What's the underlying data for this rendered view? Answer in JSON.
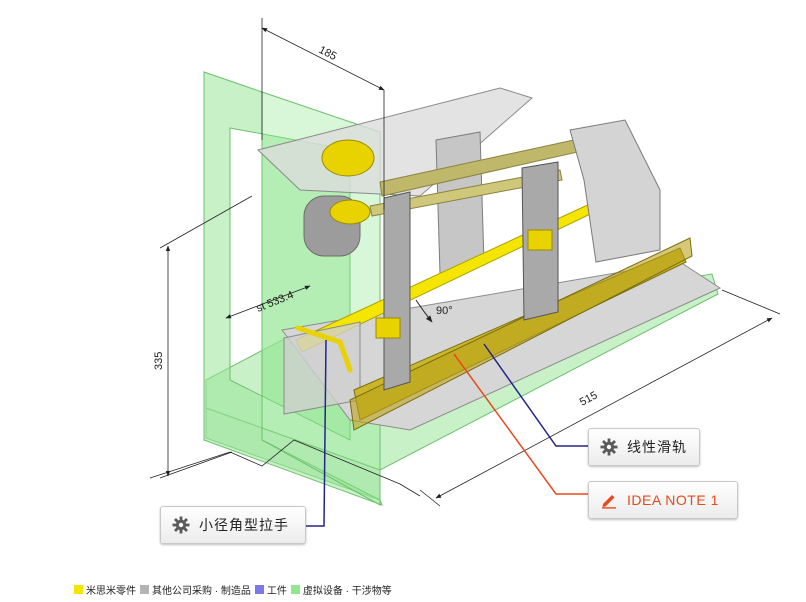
{
  "dimensions": {
    "top_width": "185",
    "stroke": "st 533.4",
    "height": "335",
    "length": "515",
    "angle": "90°"
  },
  "callouts": {
    "linear_guide": "线性滑轨",
    "idea_note": "IDEA NOTE 1",
    "handle": "小径角型拉手"
  },
  "legend": [
    {
      "label": "米思米零件",
      "color": "#f4e600"
    },
    {
      "label": "其他公司采购 · 制造品",
      "color": "#b4b4b4"
    },
    {
      "label": "工件",
      "color": "#7b78e8"
    },
    {
      "label": "虚拟设备 ·  干涉物等",
      "color": "#8ee88e"
    }
  ],
  "colors": {
    "virtual_green": "#9be59b",
    "part_yellow": "#e8d200",
    "leader_blue": "#24248a",
    "leader_red": "#e8491d"
  }
}
